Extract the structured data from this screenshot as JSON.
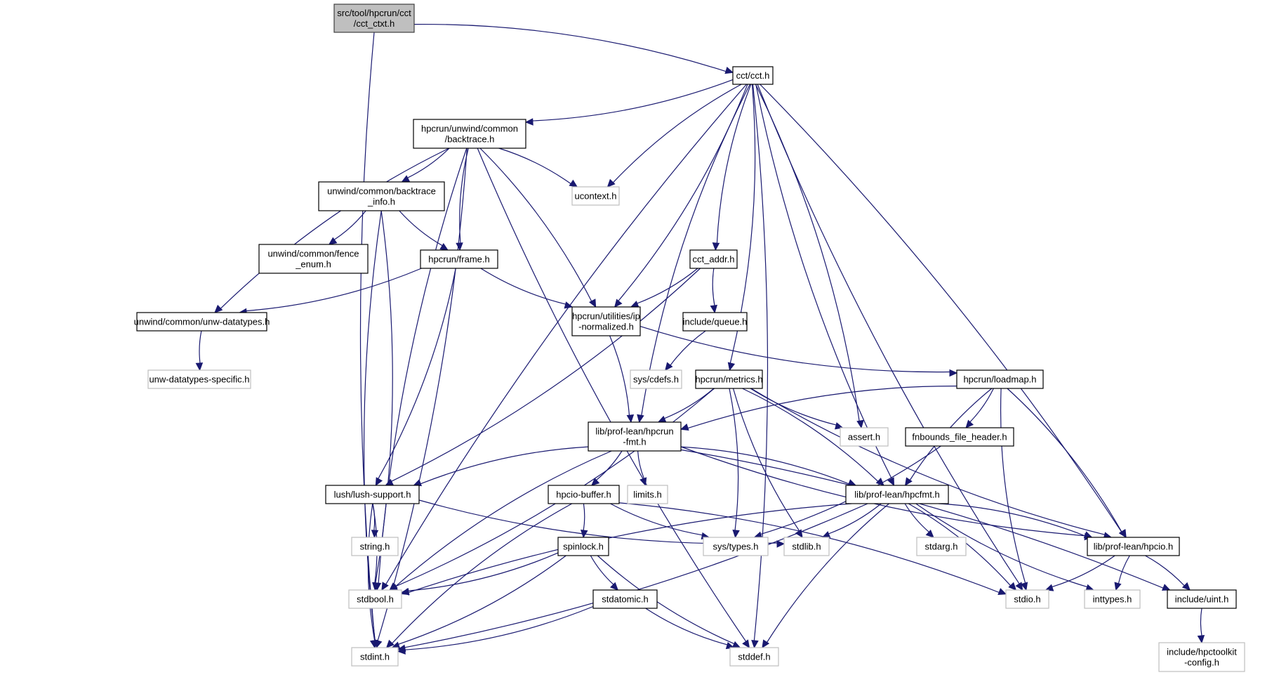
{
  "title": "src/tool/hpcrun/cct/cct_ctxt.h",
  "colors": {
    "edge": "#191970",
    "root_fill": "#bfbfbf",
    "doc_stroke": "#000000",
    "ext_stroke": "#bfbfbf"
  },
  "nodes": [
    {
      "id": "root",
      "lines": [
        "src/tool/hpcrun/cct",
        "/cct_ctxt.h"
      ],
      "kind": "main"
    },
    {
      "id": "cct",
      "lines": [
        "cct/cct.h"
      ],
      "kind": "doc"
    },
    {
      "id": "backtrace",
      "lines": [
        "hpcrun/unwind/common",
        "/backtrace.h"
      ],
      "kind": "doc"
    },
    {
      "id": "ucontext",
      "lines": [
        "ucontext.h"
      ],
      "kind": "ext"
    },
    {
      "id": "btinfo",
      "lines": [
        "unwind/common/backtrace",
        "_info.h"
      ],
      "kind": "doc"
    },
    {
      "id": "fence",
      "lines": [
        "unwind/common/fence",
        "_enum.h"
      ],
      "kind": "doc"
    },
    {
      "id": "frame",
      "lines": [
        "hpcrun/frame.h"
      ],
      "kind": "doc"
    },
    {
      "id": "cctaddr",
      "lines": [
        "cct_addr.h"
      ],
      "kind": "doc"
    },
    {
      "id": "unwdt",
      "lines": [
        "unwind/common/unw-datatypes.h"
      ],
      "kind": "doc"
    },
    {
      "id": "ipnorm",
      "lines": [
        "hpcrun/utilities/ip",
        "-normalized.h"
      ],
      "kind": "doc"
    },
    {
      "id": "queue",
      "lines": [
        "include/queue.h"
      ],
      "kind": "doc"
    },
    {
      "id": "unwdts",
      "lines": [
        "unw-datatypes-specific.h"
      ],
      "kind": "ext"
    },
    {
      "id": "cdefs",
      "lines": [
        "sys/cdefs.h"
      ],
      "kind": "ext"
    },
    {
      "id": "metrics",
      "lines": [
        "hpcrun/metrics.h"
      ],
      "kind": "doc"
    },
    {
      "id": "loadmap",
      "lines": [
        "hpcrun/loadmap.h"
      ],
      "kind": "doc"
    },
    {
      "id": "hpcrunfmt",
      "lines": [
        "lib/prof-lean/hpcrun",
        "-fmt.h"
      ],
      "kind": "doc"
    },
    {
      "id": "assert",
      "lines": [
        "assert.h"
      ],
      "kind": "ext"
    },
    {
      "id": "fnbounds",
      "lines": [
        "fnbounds_file_header.h"
      ],
      "kind": "doc"
    },
    {
      "id": "lush",
      "lines": [
        "lush/lush-support.h"
      ],
      "kind": "doc"
    },
    {
      "id": "hpciobuf",
      "lines": [
        "hpcio-buffer.h"
      ],
      "kind": "doc"
    },
    {
      "id": "limits",
      "lines": [
        "limits.h"
      ],
      "kind": "ext"
    },
    {
      "id": "hpcfmt",
      "lines": [
        "lib/prof-lean/hpcfmt.h"
      ],
      "kind": "doc"
    },
    {
      "id": "string",
      "lines": [
        "string.h"
      ],
      "kind": "ext"
    },
    {
      "id": "spinlock",
      "lines": [
        "spinlock.h"
      ],
      "kind": "doc"
    },
    {
      "id": "systypes",
      "lines": [
        "sys/types.h"
      ],
      "kind": "ext"
    },
    {
      "id": "stdlib",
      "lines": [
        "stdlib.h"
      ],
      "kind": "ext"
    },
    {
      "id": "stdarg",
      "lines": [
        "stdarg.h"
      ],
      "kind": "ext"
    },
    {
      "id": "hpcio",
      "lines": [
        "lib/prof-lean/hpcio.h"
      ],
      "kind": "doc"
    },
    {
      "id": "stdbool",
      "lines": [
        "stdbool.h"
      ],
      "kind": "ext"
    },
    {
      "id": "stdatomic",
      "lines": [
        "stdatomic.h"
      ],
      "kind": "doc"
    },
    {
      "id": "stdio",
      "lines": [
        "stdio.h"
      ],
      "kind": "ext"
    },
    {
      "id": "inttypes",
      "lines": [
        "inttypes.h"
      ],
      "kind": "ext"
    },
    {
      "id": "uint",
      "lines": [
        "include/uint.h"
      ],
      "kind": "doc"
    },
    {
      "id": "stdint",
      "lines": [
        "stdint.h"
      ],
      "kind": "ext"
    },
    {
      "id": "stddef",
      "lines": [
        "stddef.h"
      ],
      "kind": "ext"
    },
    {
      "id": "hpctk",
      "lines": [
        "include/hpctoolkit",
        "-config.h"
      ],
      "kind": "ext"
    }
  ],
  "edges": [
    [
      "root",
      "cct"
    ],
    [
      "root",
      "stdint"
    ],
    [
      "cct",
      "backtrace"
    ],
    [
      "cct",
      "ucontext"
    ],
    [
      "cct",
      "ipnorm"
    ],
    [
      "cct",
      "cctaddr"
    ],
    [
      "cct",
      "metrics"
    ],
    [
      "cct",
      "hpcrunfmt"
    ],
    [
      "cct",
      "assert"
    ],
    [
      "cct",
      "hpcfmt"
    ],
    [
      "cct",
      "hpcio"
    ],
    [
      "cct",
      "stdio"
    ],
    [
      "cct",
      "stddef"
    ],
    [
      "cct",
      "stdbool"
    ],
    [
      "backtrace",
      "btinfo"
    ],
    [
      "backtrace",
      "frame"
    ],
    [
      "backtrace",
      "ucontext"
    ],
    [
      "backtrace",
      "unwdt"
    ],
    [
      "backtrace",
      "ipnorm"
    ],
    [
      "backtrace",
      "stdbool"
    ],
    [
      "backtrace",
      "stdint"
    ],
    [
      "backtrace",
      "stddef"
    ],
    [
      "btinfo",
      "fence"
    ],
    [
      "btinfo",
      "frame"
    ],
    [
      "btinfo",
      "stdbool"
    ],
    [
      "btinfo",
      "stdint"
    ],
    [
      "frame",
      "unwdt"
    ],
    [
      "frame",
      "ipnorm"
    ],
    [
      "frame",
      "lush"
    ],
    [
      "unwdt",
      "unwdts"
    ],
    [
      "cctaddr",
      "ipnorm"
    ],
    [
      "cctaddr",
      "queue"
    ],
    [
      "cctaddr",
      "lush"
    ],
    [
      "queue",
      "cdefs"
    ],
    [
      "ipnorm",
      "hpcrunfmt"
    ],
    [
      "ipnorm",
      "loadmap"
    ],
    [
      "metrics",
      "hpcrunfmt"
    ],
    [
      "metrics",
      "assert"
    ],
    [
      "metrics",
      "systypes"
    ],
    [
      "metrics",
      "stdlib"
    ],
    [
      "metrics",
      "hpcfmt"
    ],
    [
      "metrics",
      "hpcio"
    ],
    [
      "metrics",
      "stdbool"
    ],
    [
      "loadmap",
      "hpcrunfmt"
    ],
    [
      "loadmap",
      "fnbounds"
    ],
    [
      "loadmap",
      "hpcfmt"
    ],
    [
      "loadmap",
      "hpcio"
    ],
    [
      "loadmap",
      "stdio"
    ],
    [
      "fnbounds",
      "systypes"
    ],
    [
      "hpcrunfmt",
      "lush"
    ],
    [
      "hpcrunfmt",
      "hpciobuf"
    ],
    [
      "hpcrunfmt",
      "limits"
    ],
    [
      "hpcrunfmt",
      "hpcfmt"
    ],
    [
      "hpcrunfmt",
      "hpcio"
    ],
    [
      "hpcrunfmt",
      "uint"
    ],
    [
      "hpcrunfmt",
      "stdbool"
    ],
    [
      "lush",
      "string"
    ],
    [
      "lush",
      "stdlib"
    ],
    [
      "lush",
      "stdbool"
    ],
    [
      "lush",
      "stdint"
    ],
    [
      "hpciobuf",
      "spinlock"
    ],
    [
      "hpciobuf",
      "systypes"
    ],
    [
      "hpciobuf",
      "stdio"
    ],
    [
      "hpciobuf",
      "stdint"
    ],
    [
      "hpcfmt",
      "stdlib"
    ],
    [
      "hpcfmt",
      "stdarg"
    ],
    [
      "hpcfmt",
      "stdio"
    ],
    [
      "hpcfmt",
      "inttypes"
    ],
    [
      "hpcfmt",
      "hpcio"
    ],
    [
      "hpcfmt",
      "stdbool"
    ],
    [
      "hpcfmt",
      "stdint"
    ],
    [
      "hpcfmt",
      "stddef"
    ],
    [
      "spinlock",
      "stdbool"
    ],
    [
      "spinlock",
      "stdatomic"
    ],
    [
      "spinlock",
      "stdint"
    ],
    [
      "spinlock",
      "stddef"
    ],
    [
      "stdatomic",
      "stdint"
    ],
    [
      "stdatomic",
      "stddef"
    ],
    [
      "hpcio",
      "stdio"
    ],
    [
      "hpcio",
      "inttypes"
    ],
    [
      "hpcio",
      "uint"
    ],
    [
      "uint",
      "hpctk"
    ]
  ]
}
